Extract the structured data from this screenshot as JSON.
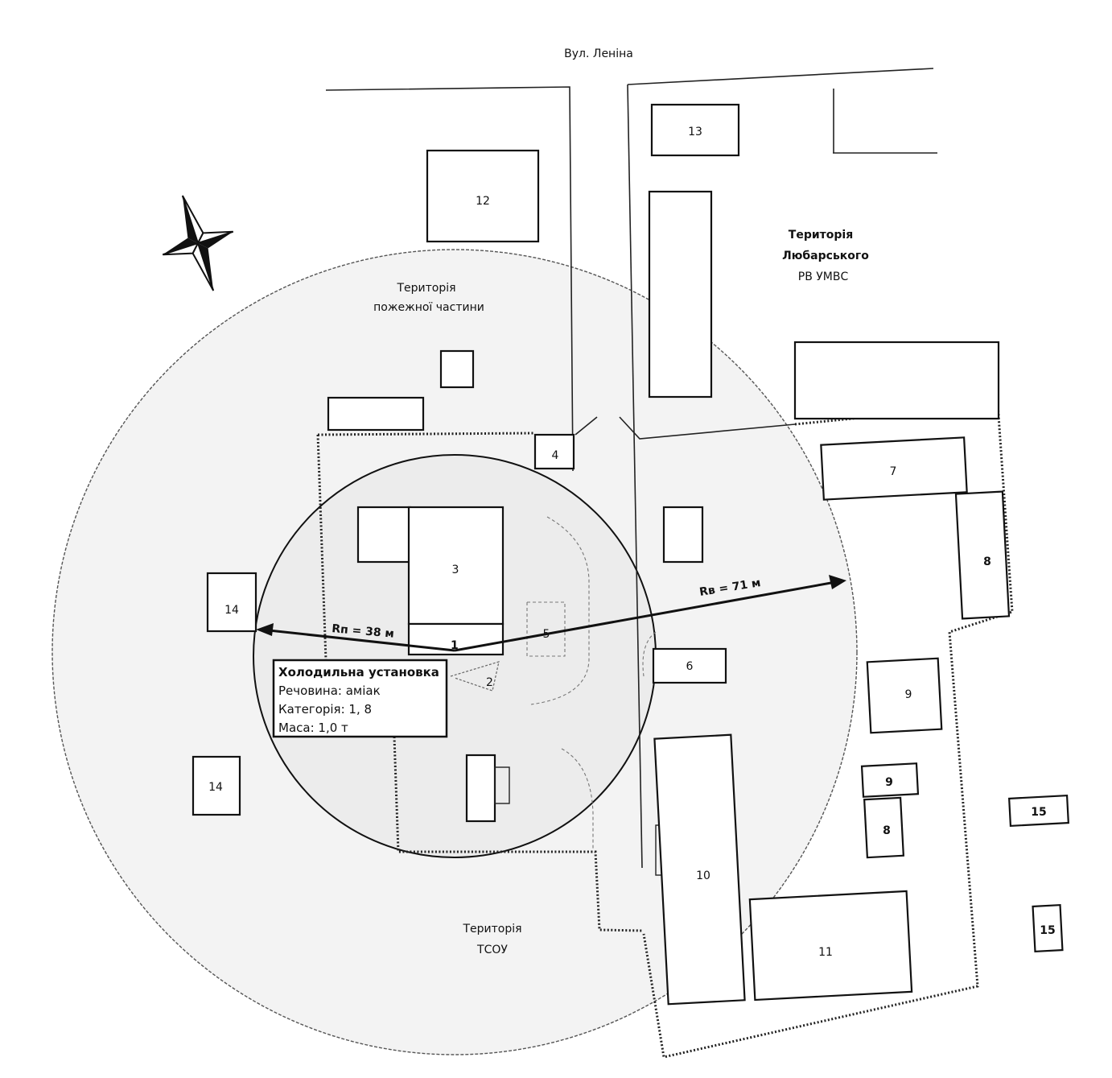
{
  "map": {
    "street_label": "Вул. Леніна",
    "territory_fire": [
      "Територія",
      "пожежної частини"
    ],
    "territory_police": [
      "Територія",
      "Любарського",
      "РВ УМВС"
    ],
    "territory_tsou": [
      "Територія",
      "ТСОУ"
    ],
    "radius_inner_label": "Rп = 38 м",
    "radius_outer_label": "Rв = 71 м",
    "source_point_label": "1",
    "source_point_label2": "2",
    "info_box": {
      "line1": "Холодильна установка",
      "line2": "Речовина: аміак",
      "line3": "Категорія: 1, 8",
      "line4": "Маса: 1,0 т"
    },
    "buildings": {
      "b3": "3",
      "b4": "4",
      "b5": "5",
      "b6": "6",
      "b7": "7",
      "b8a": "8",
      "b8b": "8",
      "b9a": "9",
      "b9b": "9",
      "b10": "10",
      "b11": "11",
      "b12": "12",
      "b13": "13",
      "b14a": "14",
      "b14b": "14",
      "b15a": "15",
      "b15b": "15"
    }
  },
  "colors": {
    "ink": "#111111",
    "zone_outer_fill": "#f3f3f3",
    "zone_inner_fill": "#ececec"
  }
}
